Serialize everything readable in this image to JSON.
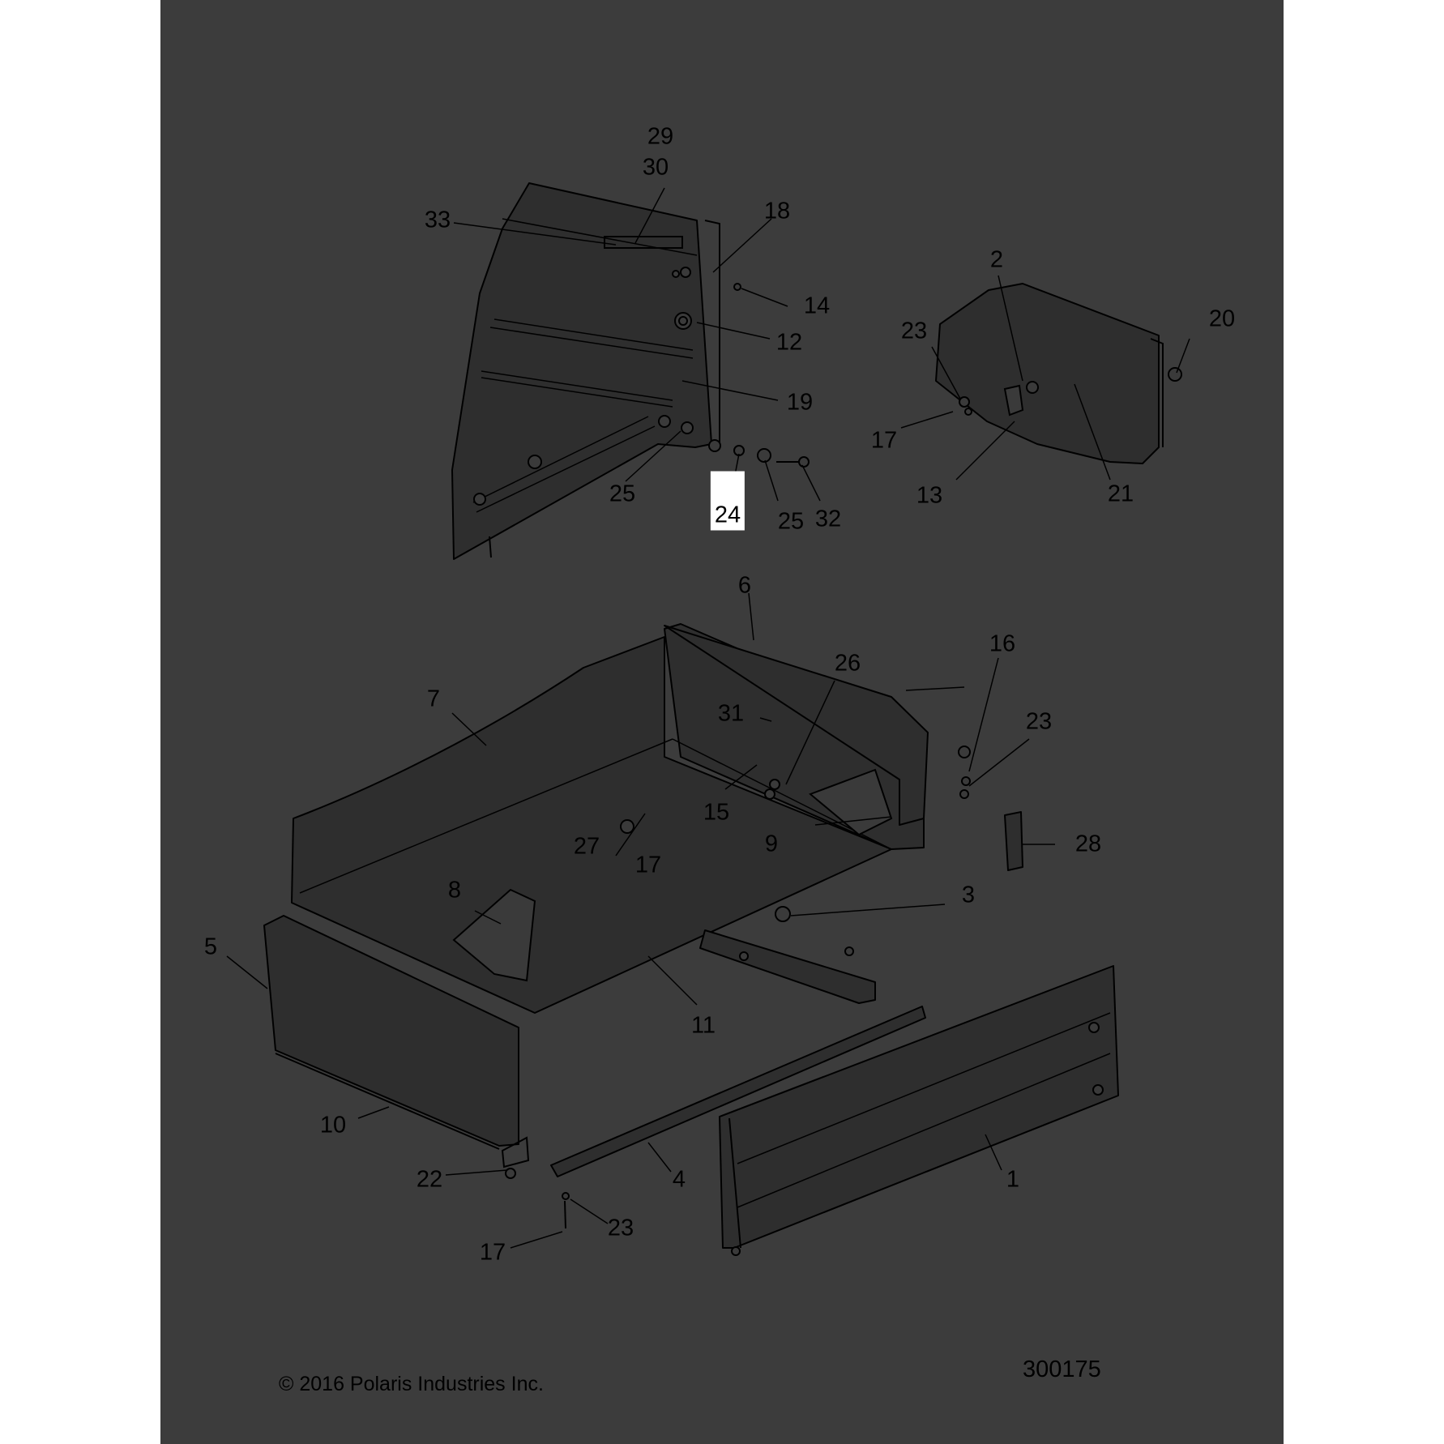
{
  "callouts": [
    {
      "id": "1",
      "label": "1"
    },
    {
      "id": "2",
      "label": "2"
    },
    {
      "id": "3",
      "label": "3"
    },
    {
      "id": "4",
      "label": "4"
    },
    {
      "id": "5",
      "label": "5"
    },
    {
      "id": "6",
      "label": "6"
    },
    {
      "id": "7",
      "label": "7"
    },
    {
      "id": "8",
      "label": "8"
    },
    {
      "id": "9",
      "label": "9"
    },
    {
      "id": "10",
      "label": "10"
    },
    {
      "id": "11",
      "label": "11"
    },
    {
      "id": "12",
      "label": "12"
    },
    {
      "id": "13",
      "label": "13"
    },
    {
      "id": "14",
      "label": "14"
    },
    {
      "id": "15",
      "label": "15"
    },
    {
      "id": "16",
      "label": "16"
    },
    {
      "id": "17a",
      "label": "17"
    },
    {
      "id": "17b",
      "label": "17"
    },
    {
      "id": "17c",
      "label": "17"
    },
    {
      "id": "18",
      "label": "18"
    },
    {
      "id": "19",
      "label": "19"
    },
    {
      "id": "20",
      "label": "20"
    },
    {
      "id": "21",
      "label": "21"
    },
    {
      "id": "22",
      "label": "22"
    },
    {
      "id": "23a",
      "label": "23"
    },
    {
      "id": "23b",
      "label": "23"
    },
    {
      "id": "23c",
      "label": "23"
    },
    {
      "id": "24",
      "label": "24",
      "highlighted": true
    },
    {
      "id": "25a",
      "label": "25"
    },
    {
      "id": "25b",
      "label": "25"
    },
    {
      "id": "26",
      "label": "26"
    },
    {
      "id": "27",
      "label": "27"
    },
    {
      "id": "28",
      "label": "28"
    },
    {
      "id": "29",
      "label": "29"
    },
    {
      "id": "30",
      "label": "30"
    },
    {
      "id": "31",
      "label": "31"
    },
    {
      "id": "32",
      "label": "32"
    },
    {
      "id": "33",
      "label": "33"
    }
  ],
  "footer": {
    "copyright": "© 2016 Polaris Industries Inc.",
    "diagram_number": "300175"
  },
  "colors": {
    "sheet_background": "#3c3c3c",
    "outer_background": "#ffffff",
    "linework": "#000000",
    "highlight_box": "#ffffff"
  }
}
